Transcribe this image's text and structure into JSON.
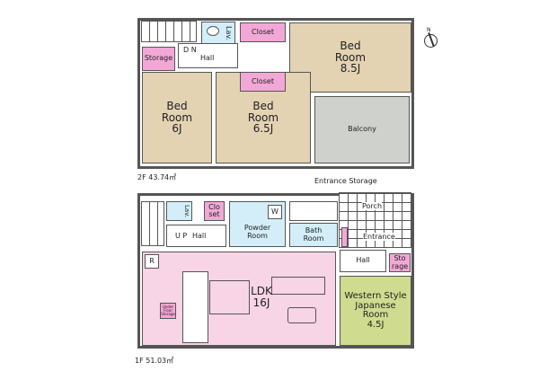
{
  "compass": {
    "label": "N"
  },
  "floor2": {
    "area_label": "2F 43.74㎡",
    "rooms": {
      "lav": "Lav.",
      "closet_top": "Closet",
      "bedroom_85": {
        "name": "Bed Room",
        "size": "8.5J"
      },
      "storage": "Storage",
      "dn": "D N",
      "hall": "Hall",
      "closet_mid": "Closet",
      "bedroom_6": {
        "name": "Bed Room",
        "size": "6J"
      },
      "bedroom_65": {
        "name": "Bed Room",
        "size": "6.5J"
      },
      "balcony": "Balcony"
    }
  },
  "floor1": {
    "area_label": "1F 51.03㎡",
    "entrance_storage_label": "Entrance Storage",
    "rooms": {
      "lav": "Lav.",
      "closet": "Clo set",
      "up": "U P",
      "hall": "Hall",
      "washer": "W",
      "powder_room": "Powder Room",
      "bath_room": "Bath Room",
      "porch": "Porch",
      "entrance": "Entrance",
      "hall_entry": "Hall",
      "storage": "Sto rage",
      "refrigerator": "R",
      "underfloor_storage": "Under Floor Storage",
      "ldk": {
        "name": "LDK",
        "size": "16J"
      },
      "japanese_room": {
        "name": "Western Style Japanese Room",
        "size": "4.5J"
      }
    }
  }
}
